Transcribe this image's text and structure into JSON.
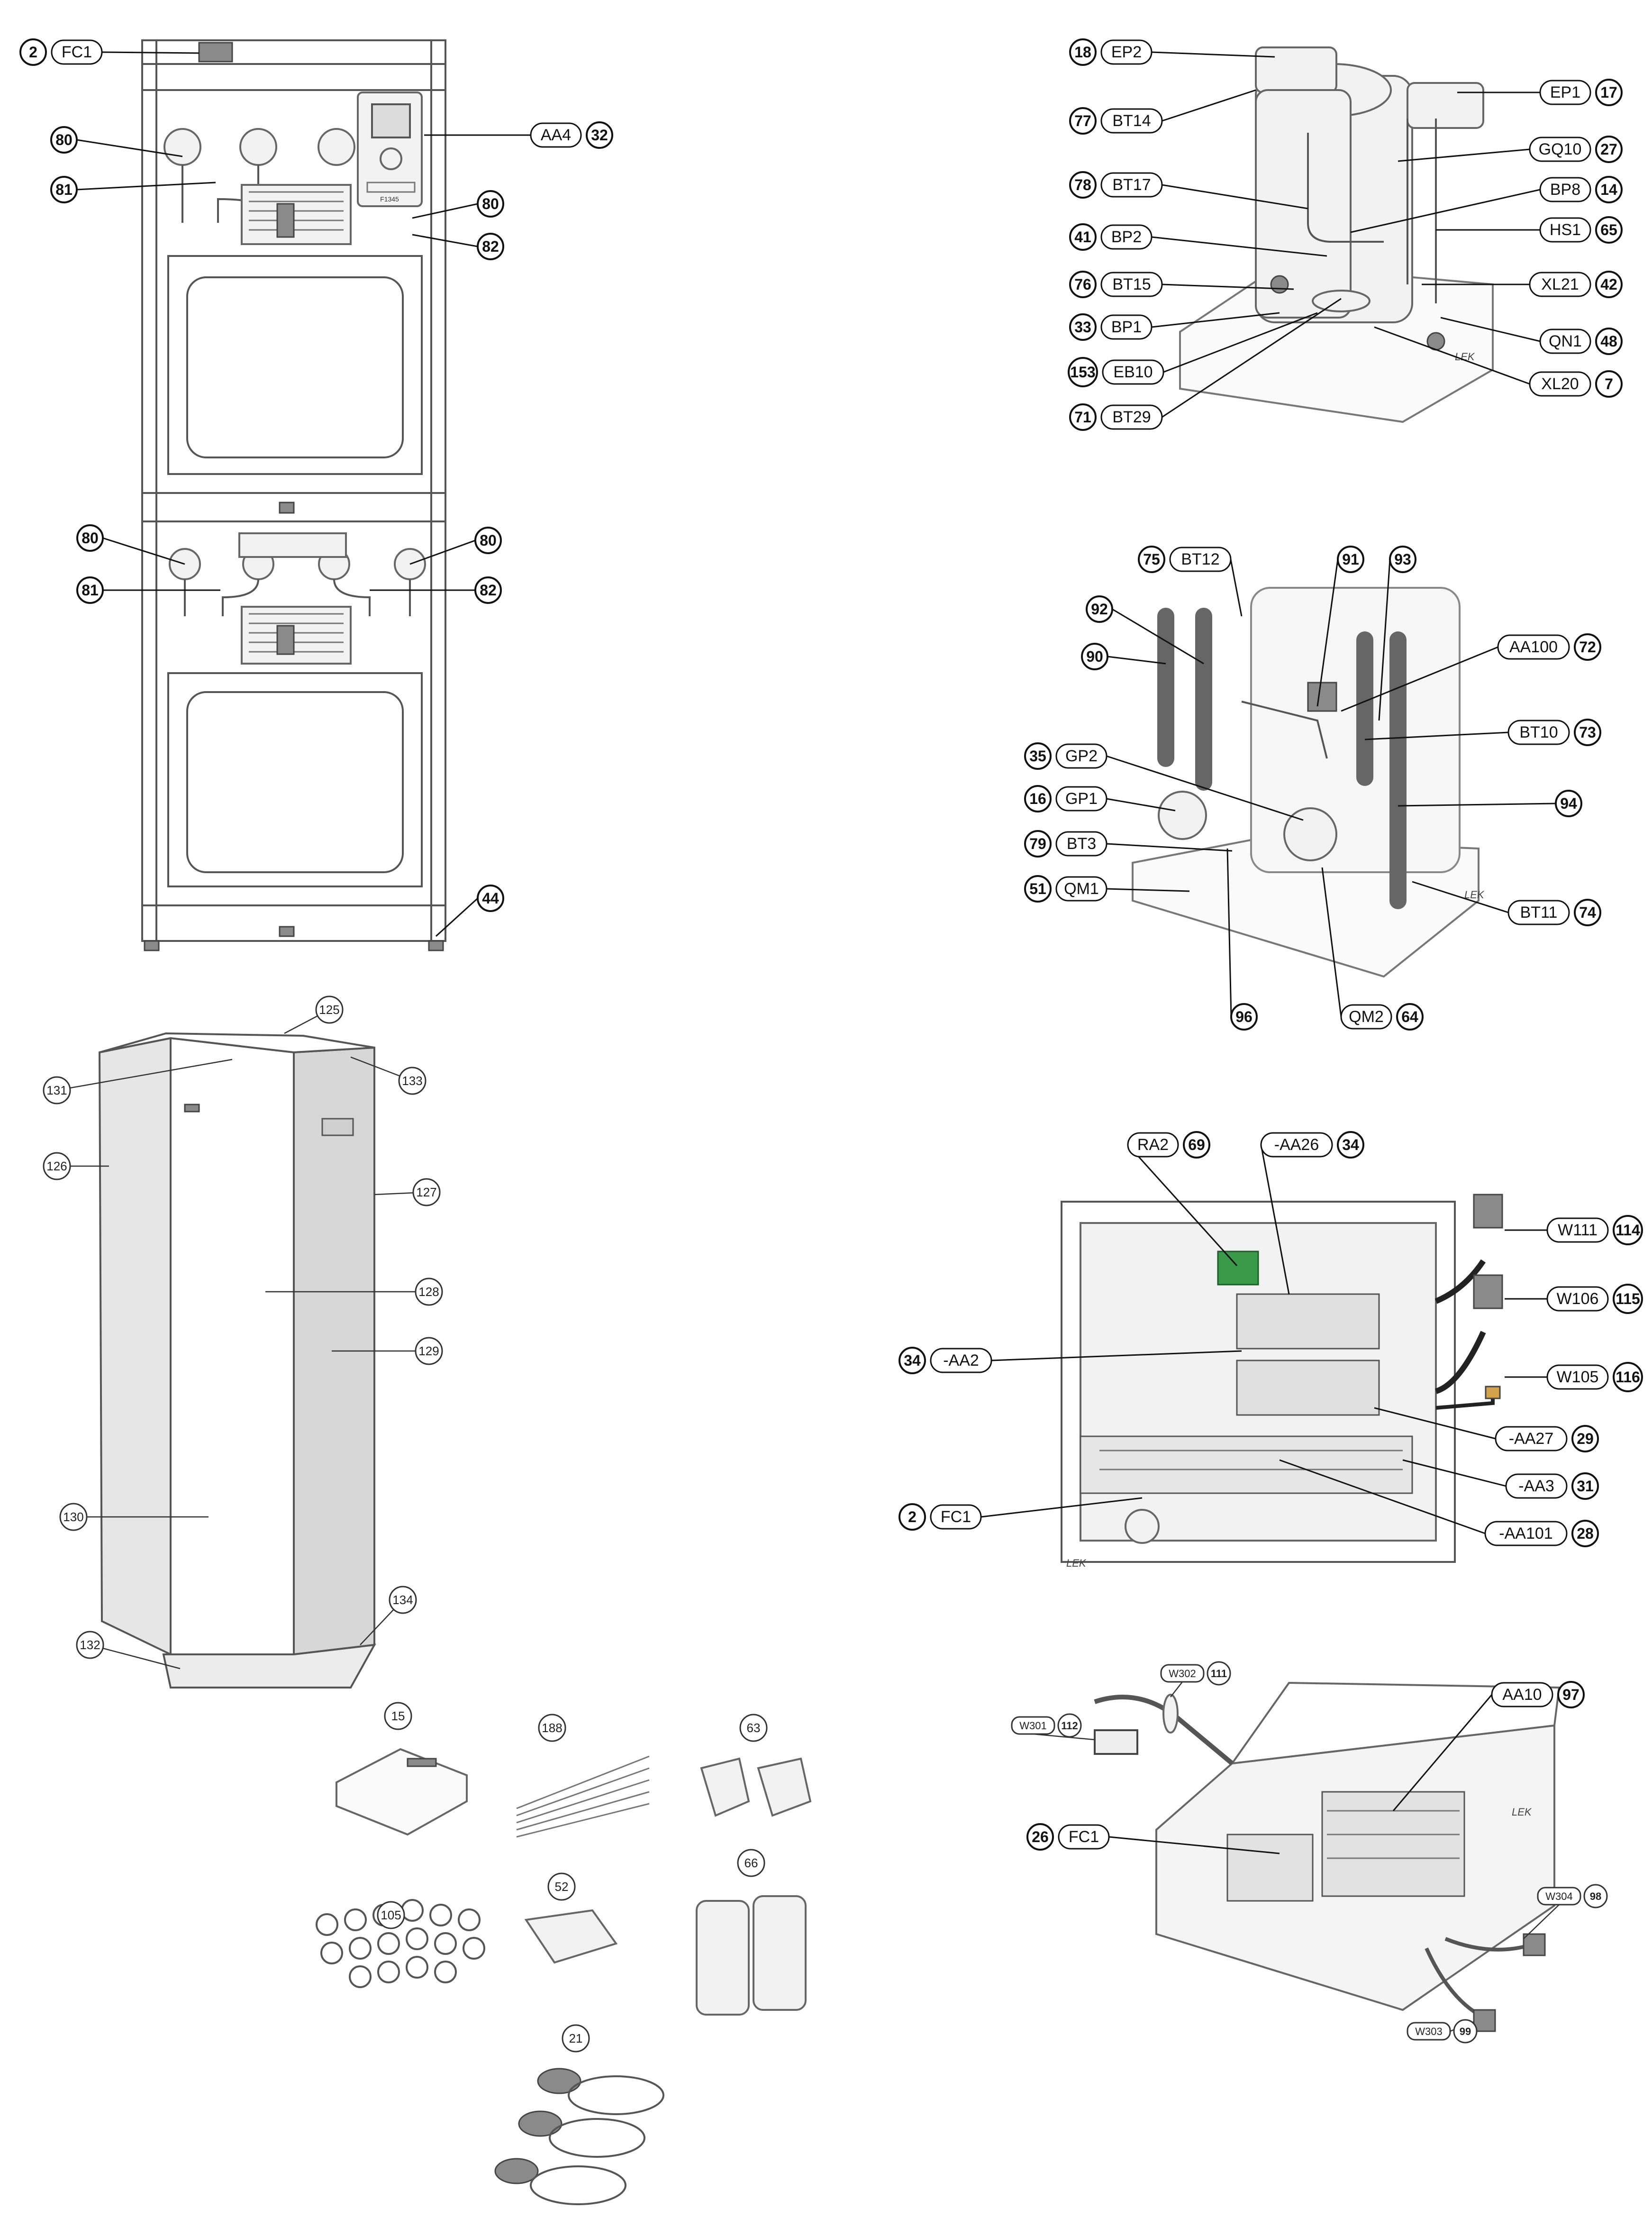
{
  "colors": {
    "ink": "#111111",
    "frame": "#555555",
    "board_green": "#3a9a4a",
    "bg": "#ffffff"
  },
  "callouts": [
    {
      "id": "c1",
      "num": "2",
      "code": "FC1"
    },
    {
      "id": "c2",
      "num": "80",
      "code": ""
    },
    {
      "id": "c3",
      "num": "81",
      "code": ""
    },
    {
      "id": "c4",
      "num": "32",
      "code": "AA4"
    },
    {
      "id": "c5",
      "num": "80",
      "code": ""
    },
    {
      "id": "c6",
      "num": "82",
      "code": ""
    },
    {
      "id": "c7",
      "num": "80",
      "code": ""
    },
    {
      "id": "c8",
      "num": "81",
      "code": ""
    },
    {
      "id": "c9",
      "num": "80",
      "code": ""
    },
    {
      "id": "c10",
      "num": "82",
      "code": ""
    },
    {
      "id": "c11",
      "num": "44",
      "code": ""
    },
    {
      "id": "c12",
      "num": "18",
      "code": "EP2"
    },
    {
      "id": "c13",
      "num": "17",
      "code": "EP1"
    },
    {
      "id": "c14",
      "num": "77",
      "code": "BT14"
    },
    {
      "id": "c15",
      "num": "27",
      "code": "GQ10"
    },
    {
      "id": "c16",
      "num": "78",
      "code": "BT17"
    },
    {
      "id": "c17",
      "num": "14",
      "code": "BP8"
    },
    {
      "id": "c18",
      "num": "65",
      "code": "HS1"
    },
    {
      "id": "c19",
      "num": "41",
      "code": "BP2"
    },
    {
      "id": "c20",
      "num": "42",
      "code": "XL21"
    },
    {
      "id": "c21",
      "num": "76",
      "code": "BT15"
    },
    {
      "id": "c22",
      "num": "33",
      "code": "BP1"
    },
    {
      "id": "c23",
      "num": "48",
      "code": "QN1"
    },
    {
      "id": "c24",
      "num": "153",
      "code": "EB10"
    },
    {
      "id": "c25",
      "num": "7",
      "code": "XL20"
    },
    {
      "id": "c26",
      "num": "71",
      "code": "BT29"
    },
    {
      "id": "c27",
      "num": "75",
      "code": "BT12"
    },
    {
      "id": "c28",
      "num": "91",
      "code": ""
    },
    {
      "id": "c29",
      "num": "93",
      "code": ""
    },
    {
      "id": "c30",
      "num": "92",
      "code": ""
    },
    {
      "id": "c31",
      "num": "72",
      "code": "AA100"
    },
    {
      "id": "c32",
      "num": "90",
      "code": ""
    },
    {
      "id": "c33",
      "num": "73",
      "code": "BT10"
    },
    {
      "id": "c34",
      "num": "35",
      "code": "GP2"
    },
    {
      "id": "c35",
      "num": "16",
      "code": "GP1"
    },
    {
      "id": "c36",
      "num": "94",
      "code": ""
    },
    {
      "id": "c37",
      "num": "79",
      "code": "BT3"
    },
    {
      "id": "c38",
      "num": "51",
      "code": "QM1"
    },
    {
      "id": "c39",
      "num": "74",
      "code": "BT11"
    },
    {
      "id": "c40",
      "num": "96",
      "code": ""
    },
    {
      "id": "c41",
      "num": "64",
      "code": "QM2"
    },
    {
      "id": "c42",
      "num": "69",
      "code": "RA2"
    },
    {
      "id": "c43",
      "num": "34",
      "code": "-AA26"
    },
    {
      "id": "c44",
      "num": "114",
      "code": "W111"
    },
    {
      "id": "c45",
      "num": "115",
      "code": "W106"
    },
    {
      "id": "c46",
      "num": "34",
      "code": "-AA2"
    },
    {
      "id": "c47",
      "num": "116",
      "code": "W105"
    },
    {
      "id": "c48",
      "num": "29",
      "code": "-AA27"
    },
    {
      "id": "c49",
      "num": "31",
      "code": "-AA3"
    },
    {
      "id": "c50",
      "num": "2",
      "code": "FC1"
    },
    {
      "id": "c51",
      "num": "28",
      "code": "-AA101"
    },
    {
      "id": "c52",
      "num": "97",
      "code": "AA10"
    },
    {
      "id": "c53",
      "num": "26",
      "code": "FC1"
    }
  ],
  "small_labels": [
    {
      "id": "s1",
      "num": "125"
    },
    {
      "id": "s2",
      "num": "131"
    },
    {
      "id": "s3",
      "num": "133"
    },
    {
      "id": "s4",
      "num": "126"
    },
    {
      "id": "s5",
      "num": "127"
    },
    {
      "id": "s6",
      "num": "128"
    },
    {
      "id": "s7",
      "num": "129"
    },
    {
      "id": "s8",
      "num": "130"
    },
    {
      "id": "s9",
      "num": "134"
    },
    {
      "id": "s10",
      "num": "132"
    },
    {
      "id": "s11",
      "num": "15"
    },
    {
      "id": "s12",
      "num": "188"
    },
    {
      "id": "s13",
      "num": "63"
    },
    {
      "id": "s14",
      "num": "52"
    },
    {
      "id": "s15",
      "num": "66"
    },
    {
      "id": "s16",
      "num": "105"
    },
    {
      "id": "s17",
      "num": "21"
    }
  ],
  "wire_tags": [
    {
      "id": "w1",
      "num": "111",
      "code": "W302"
    },
    {
      "id": "w2",
      "num": "112",
      "code": "W301"
    },
    {
      "id": "w3",
      "num": "98",
      "code": "W304"
    },
    {
      "id": "w4",
      "num": "99",
      "code": "W303"
    }
  ],
  "marks": {
    "brand": "LEK",
    "display": "F1345"
  }
}
